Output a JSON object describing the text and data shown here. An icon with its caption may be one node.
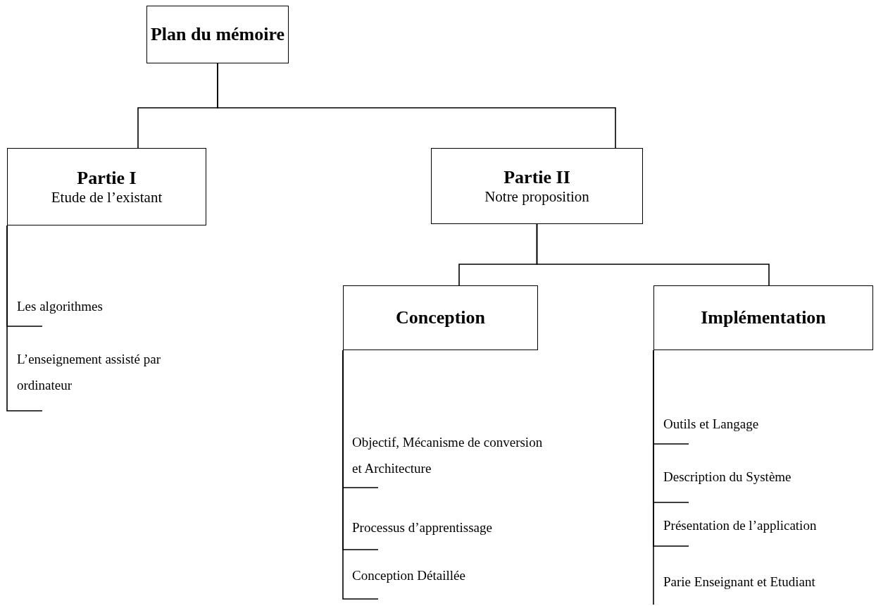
{
  "diagram": {
    "nodes": [
      {
        "text": [
          "Plan du mémoire"
        ]
      },
      {
        "text": [
          "Partie I",
          "Etude de l’existant"
        ]
      },
      {
        "text": [
          "Partie II",
          "Notre proposition"
        ]
      },
      {
        "text": [
          "Conception"
        ]
      },
      {
        "text": [
          "Implémentation"
        ]
      },
      {
        "text": [
          "Les algorithmes"
        ]
      },
      {
        "text": [
          "L’enseignement assisté par ordinateur"
        ]
      },
      {
        "text": [
          "Objectif, Mécanisme de conversion et Architecture"
        ]
      },
      {
        "text": [
          "Processus d’apprentissage"
        ]
      },
      {
        "text": [
          "Conception Détaillée"
        ]
      },
      {
        "text": [
          "Outils et Langage"
        ]
      },
      {
        "text": [
          "Description du Système"
        ]
      },
      {
        "text": [
          "Présentation de l’application"
        ]
      },
      {
        "text": [
          "Parie Enseignant et Etudiant"
        ]
      }
    ],
    "edges": [
      {
        "from": 0,
        "to": 1,
        "arrow": "none"
      },
      {
        "from": 0,
        "to": 2,
        "arrow": "none"
      },
      {
        "from": 2,
        "to": 3,
        "arrow": "none"
      },
      {
        "from": 2,
        "to": 4,
        "arrow": "none"
      },
      {
        "from": 1,
        "to": 5,
        "arrow": "none"
      },
      {
        "from": 1,
        "to": 6,
        "arrow": "none"
      },
      {
        "from": 3,
        "to": 7,
        "arrow": "none"
      },
      {
        "from": 3,
        "to": 8,
        "arrow": "none"
      },
      {
        "from": 3,
        "to": 9,
        "arrow": "none"
      },
      {
        "from": 4,
        "to": 10,
        "arrow": "none"
      },
      {
        "from": 4,
        "to": 11,
        "arrow": "none"
      },
      {
        "from": 4,
        "to": 12,
        "arrow": "none"
      },
      {
        "from": 4,
        "to": 13,
        "arrow": "none"
      }
    ]
  }
}
